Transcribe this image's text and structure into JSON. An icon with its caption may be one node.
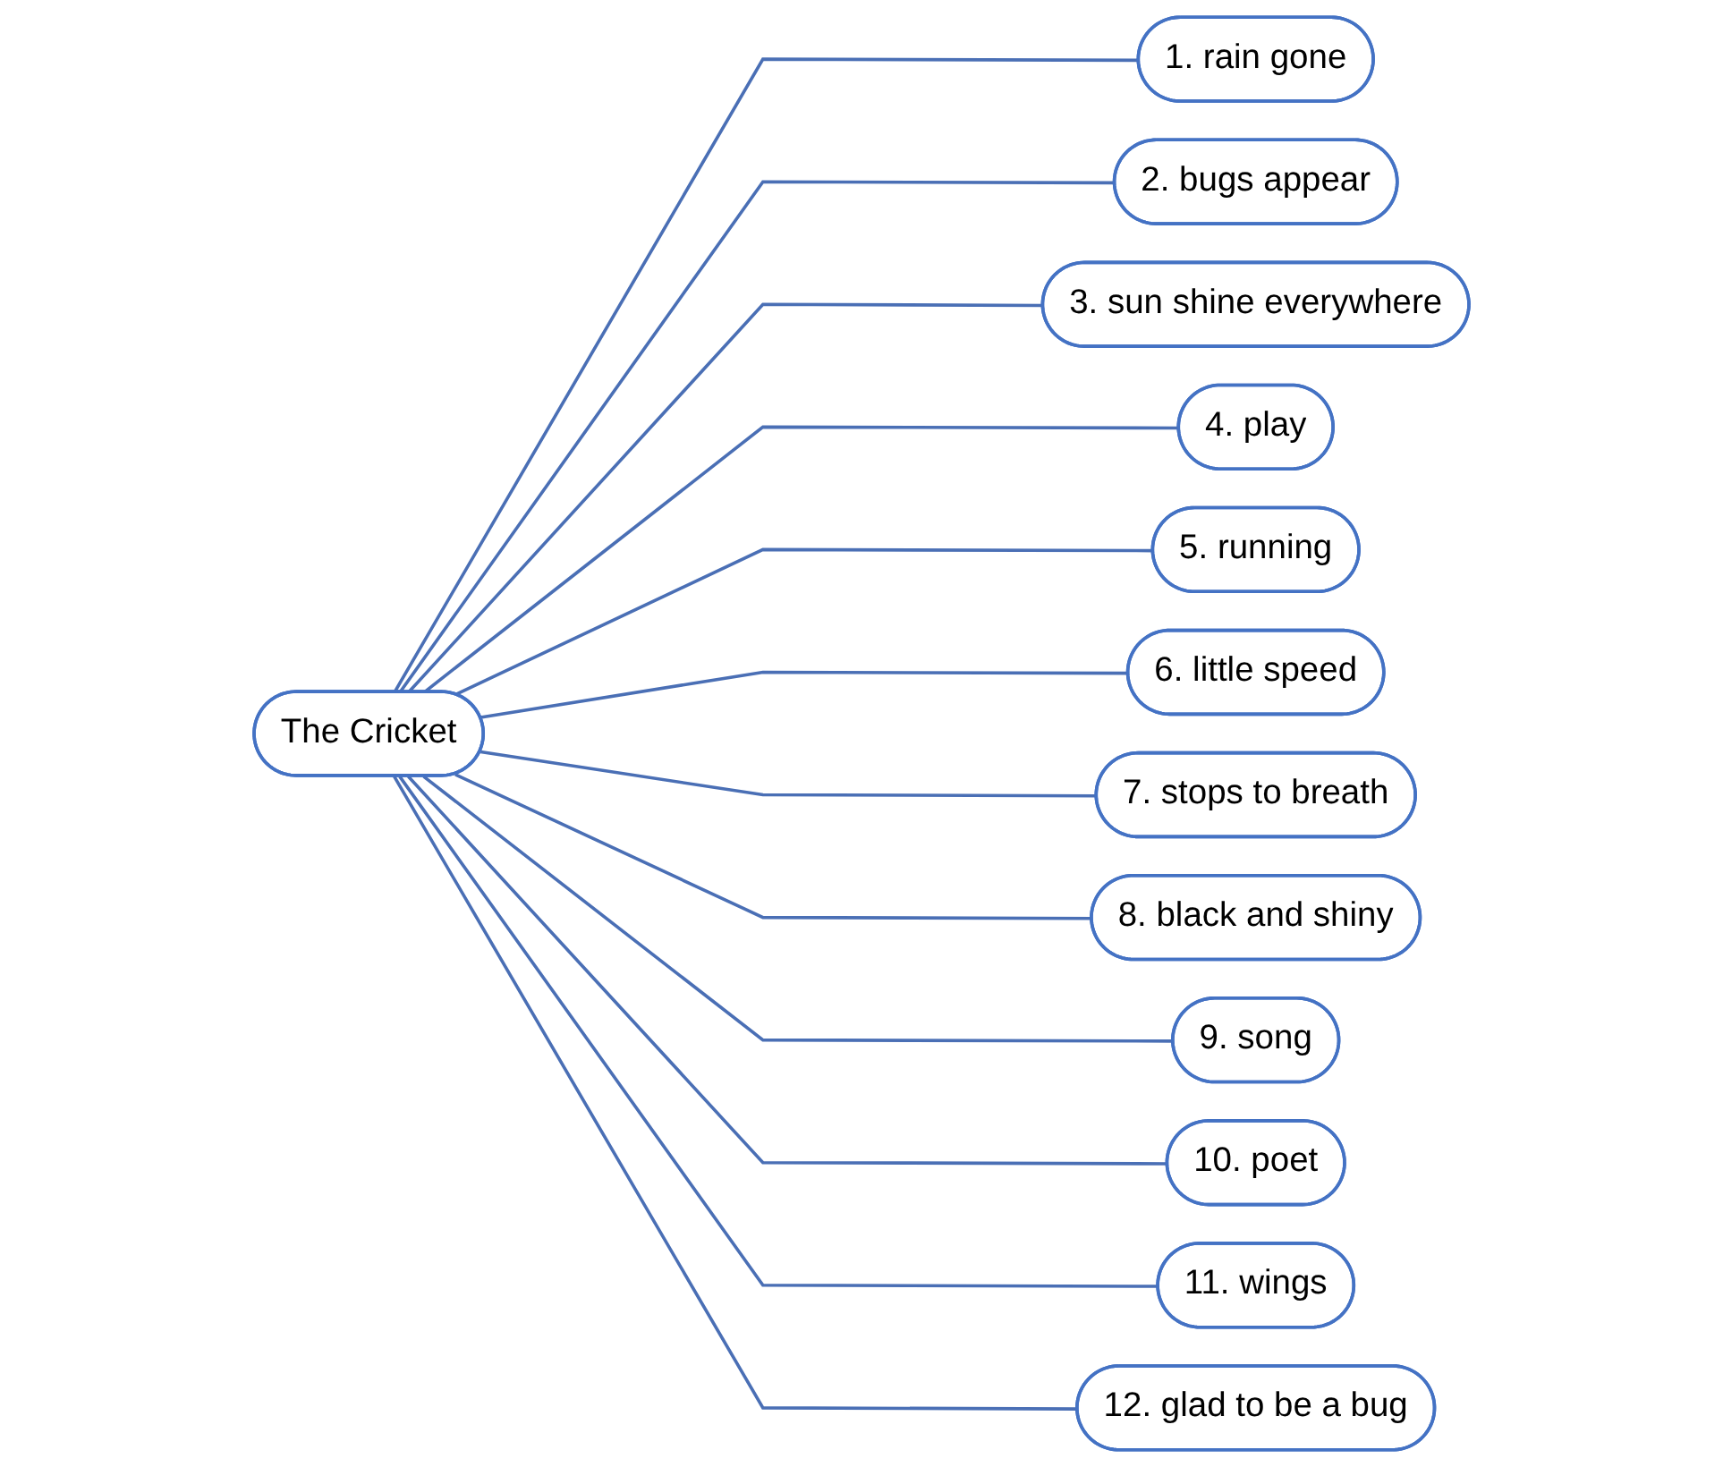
{
  "diagram": {
    "nodes": [
      {
        "text": [
          "The Cricket"
        ]
      },
      {
        "text": [
          "1. rain gone"
        ]
      },
      {
        "text": [
          "2. bugs appear"
        ]
      },
      {
        "text": [
          "3. sun shine everywhere"
        ]
      },
      {
        "text": [
          "4. play"
        ]
      },
      {
        "text": [
          "5. running"
        ]
      },
      {
        "text": [
          "6. little speed"
        ]
      },
      {
        "text": [
          "7. stops to breath"
        ]
      },
      {
        "text": [
          "8. black and shiny"
        ]
      },
      {
        "text": [
          "9. song"
        ]
      },
      {
        "text": [
          "10. poet"
        ]
      },
      {
        "text": [
          "11. wings"
        ]
      },
      {
        "text": [
          "12. glad to be a bug"
        ]
      }
    ],
    "edges": [
      {
        "from": 0,
        "to": 1,
        "arrow": "none"
      },
      {
        "from": 0,
        "to": 2,
        "arrow": "none"
      },
      {
        "from": 0,
        "to": 3,
        "arrow": "none"
      },
      {
        "from": 0,
        "to": 4,
        "arrow": "none"
      },
      {
        "from": 0,
        "to": 5,
        "arrow": "none"
      },
      {
        "from": 0,
        "to": 6,
        "arrow": "none"
      },
      {
        "from": 0,
        "to": 7,
        "arrow": "none"
      },
      {
        "from": 0,
        "to": 8,
        "arrow": "none"
      },
      {
        "from": 0,
        "to": 9,
        "arrow": "none"
      },
      {
        "from": 0,
        "to": 10,
        "arrow": "none"
      },
      {
        "from": 0,
        "to": 11,
        "arrow": "none"
      },
      {
        "from": 0,
        "to": 12,
        "arrow": "none"
      }
    ]
  }
}
